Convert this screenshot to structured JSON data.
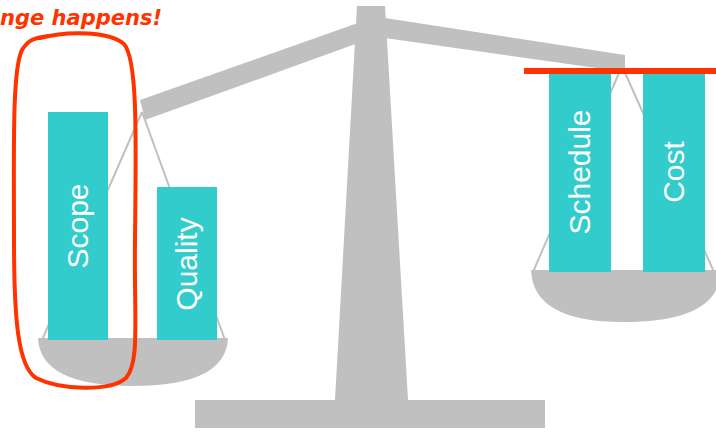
{
  "diagram": {
    "nodes": [
      {
        "text": [
          "Scope"
        ]
      },
      {
        "text": [
          "Quality"
        ]
      },
      {
        "text": [
          "Schedule"
        ]
      },
      {
        "text": [
          "Cost"
        ]
      }
    ],
    "labels": [
      "nge happens!"
    ]
  }
}
